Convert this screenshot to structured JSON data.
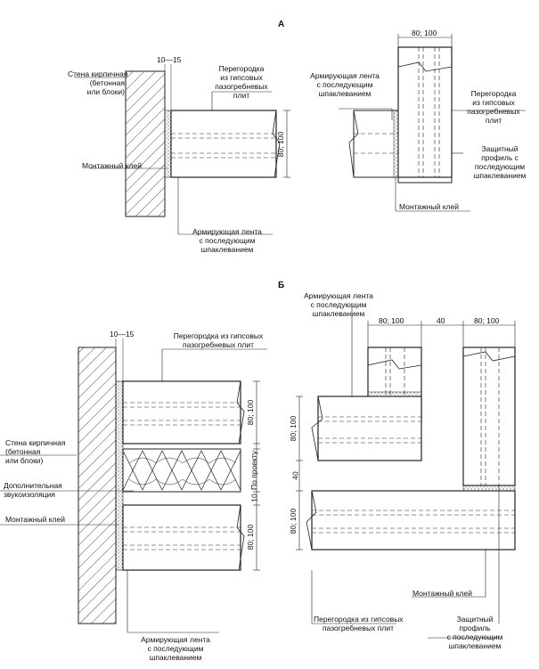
{
  "sections": {
    "a": "А",
    "b": "Б"
  },
  "labels": {
    "wall": "Стена кирпичная\n(бетонная\nили блоки)",
    "partition": "Перегородка из гипсовых\nпазогребневых плит",
    "partition_short": "Перегородка\nиз гипсовых\nпазогребневых\nплит",
    "partition_right": "Перегородка\nиз гипсовых\nпазогребневых\nплит",
    "adhesive": "Монтажный клей",
    "tape_center": "Армирующая лента\nс последующим\nшпаклеванием",
    "tape_left": "Армирующая лента\nс последующим\nшпаклеванием",
    "profile": "Защитный\nпрофиль с\nпоследующим\nшпаклеванием",
    "profile_b": "Защитный\nпрофиль\nс последующим\nшпаклеванием",
    "insulation": "Дополнительная\nзвукоизоляция"
  },
  "dims": {
    "gap": "10—15",
    "thick": "80; 100",
    "forty": "40",
    "ten": "10",
    "per_project": "По проекту"
  }
}
